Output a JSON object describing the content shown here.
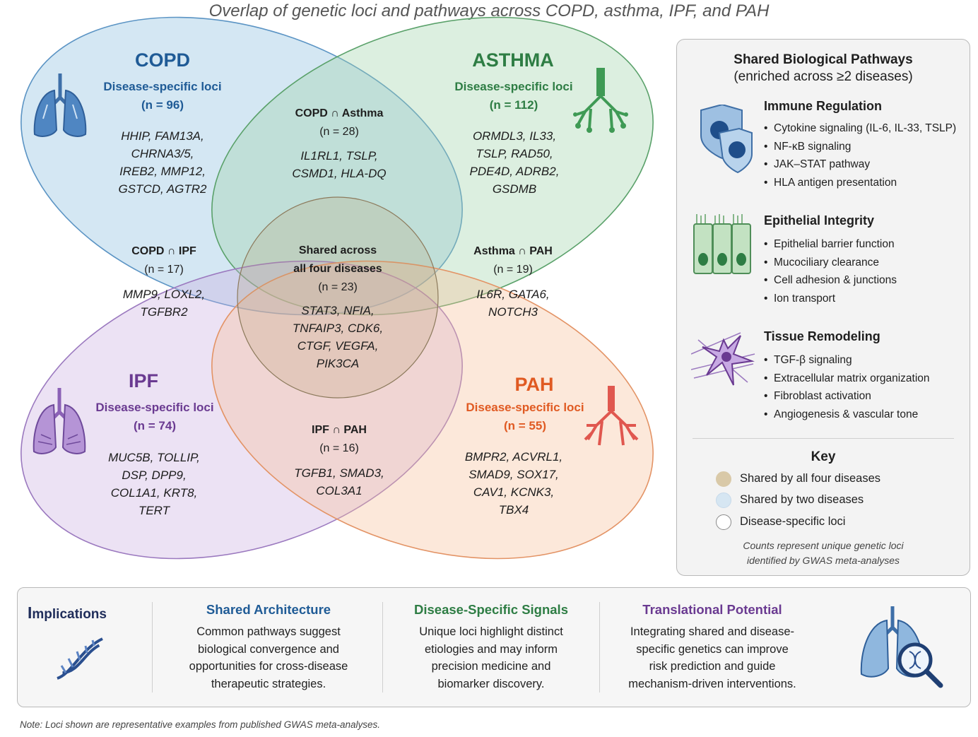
{
  "title": "Overlap of genetic loci and pathways across COPD, asthma, IPF, and PAH",
  "colors": {
    "copd": "#1f5b96",
    "asthma": "#2e7d44",
    "ipf": "#6a3a91",
    "pah": "#e05a22"
  },
  "venn": {
    "copd": {
      "name": "COPD",
      "subtitle": "Disease-specific loci",
      "count": "(n = 96)",
      "genes": [
        "HHIP, FAM13A,",
        "CHRNA3/5,",
        "IREB2, MMP12,",
        "GSTCD, AGTR2"
      ]
    },
    "asthma": {
      "name": "ASTHMA",
      "subtitle": "Disease-specific loci",
      "count": "(n = 112)",
      "genes": [
        "ORMDL3, IL33,",
        "TSLP, RAD50,",
        "PDE4D, ADRB2,",
        "GSDMB"
      ]
    },
    "ipf": {
      "name": "IPF",
      "subtitle": "Disease-specific loci",
      "count": "(n = 74)",
      "genes": [
        "MUC5B, TOLLIP,",
        "DSP, DPP9,",
        "COL1A1, KRT8,",
        "TERT"
      ]
    },
    "pah": {
      "name": "PAH",
      "subtitle": "Disease-specific loci",
      "count": "(n = 55)",
      "genes": [
        "BMPR2, ACVRL1,",
        "SMAD9, SOX17,",
        "CAV1, KCNK3,",
        "TBX4"
      ]
    },
    "copd_asthma": {
      "label": "COPD ∩ Asthma",
      "count": "(n = 28)",
      "genes": [
        "IL1RL1, TSLP,",
        "CSMD1, HLA-DQ"
      ]
    },
    "copd_ipf": {
      "label": "COPD ∩ IPF",
      "count": "(n = 17)",
      "genes": [
        "MMP9, LOXL2,",
        "TGFBR2"
      ]
    },
    "asthma_pah": {
      "label": "Asthma ∩ PAH",
      "count": "(n = 19)",
      "genes": [
        "IL6R, GATA6,",
        "NOTCH3"
      ]
    },
    "ipf_pah": {
      "label": "IPF ∩ PAH",
      "count": "(n = 16)",
      "genes": [
        "TGFB1, SMAD3,",
        "COL3A1"
      ]
    },
    "all": {
      "label1": "Shared across",
      "label2": "all four diseases",
      "count": "(n = 23)",
      "genes": [
        "STAT3, NFIA,",
        "TNFAIP3, CDK6,",
        "CTGF, VEGFA,",
        "PIK3CA"
      ]
    }
  },
  "panel": {
    "title": "Shared Biological Pathways",
    "subtitle": "(enriched across ≥2 diseases)",
    "pathways": [
      {
        "name": "Immune Regulation",
        "color": "#1f5b96",
        "items": [
          "Cytokine signaling (IL-6, IL-33, TSLP)",
          "NF-κB signaling",
          "JAK–STAT pathway",
          "HLA antigen presentation"
        ]
      },
      {
        "name": "Epithelial Integrity",
        "color": "#2e7d44",
        "items": [
          "Epithelial barrier function",
          "Mucociliary clearance",
          "Cell adhesion & junctions",
          "Ion transport"
        ]
      },
      {
        "name": "Tissue Remodeling",
        "color": "#6a3a91",
        "items": [
          "TGF-β signaling",
          "Extracellular matrix organization",
          "Fibroblast activation",
          "Angiogenesis & vascular tone"
        ]
      }
    ],
    "key": {
      "title": "Key",
      "items": [
        {
          "label": "Shared by all four diseases",
          "color": "#d9c9a8"
        },
        {
          "label": "Shared by two diseases",
          "color": "#d6e6f2"
        },
        {
          "label": "Disease-specific loci",
          "color": "#ffffff"
        }
      ],
      "note1": "Counts represent unique genetic loci",
      "note2": "identified by GWAS meta-analyses"
    }
  },
  "implications": {
    "label_first": "I",
    "label_rest": "mplications",
    "columns": [
      {
        "head": "Shared Architecture",
        "color": "#1f5b96",
        "lines": [
          "Common pathways suggest",
          "biological convergence and",
          "opportunities for cross-disease",
          "therapeutic strategies."
        ]
      },
      {
        "head": "Disease-Specific Signals",
        "color": "#2e7d44",
        "lines": [
          "Unique loci highlight distinct",
          "etiologies and may inform",
          "precision medicine and",
          "biomarker discovery."
        ]
      },
      {
        "head": "Translational Potential",
        "color": "#6a3a91",
        "lines": [
          "Integrating shared and disease-",
          "specific genetics can improve",
          "risk prediction and guide",
          "mechanism-driven interventions."
        ]
      }
    ]
  },
  "note": "Note: Loci shown are representative examples from published GWAS meta-analyses."
}
